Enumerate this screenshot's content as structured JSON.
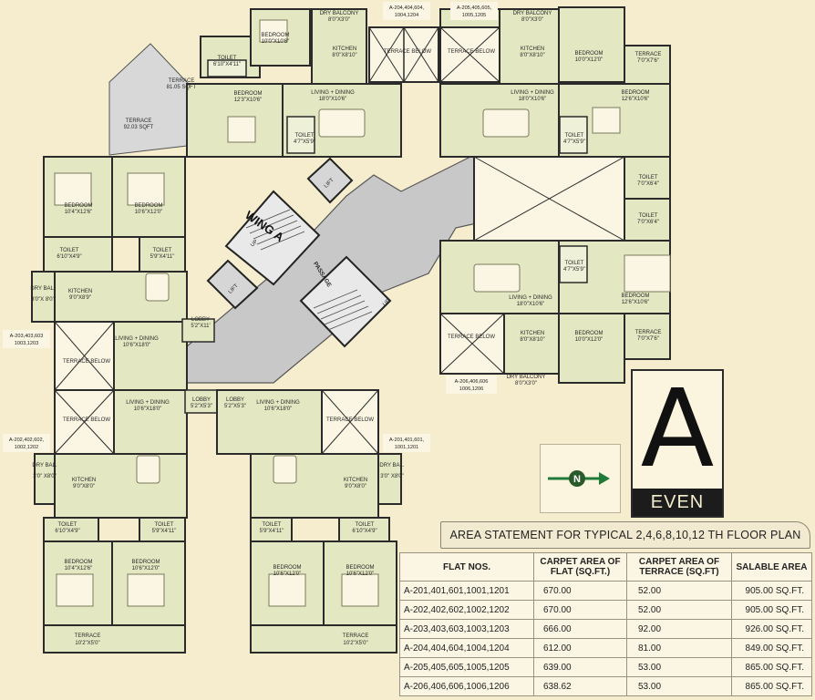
{
  "wing_label": "WING A",
  "passage_label": "PASSAGE",
  "lift_label": "LIFT",
  "up_label": "UP",
  "lobby_label": "LOBBY",
  "rooms": {
    "dry_balcony_top_a": "DRY BALCONY",
    "dry_balcony_top_a_size": "8'0\"X3'0\"",
    "bedroom_top_a": "BEDROOM",
    "bedroom_top_a_size": "10'0\"X10'6\"",
    "toilet_top_a": "TOILET",
    "toilet_top_a_size": "6'10\"X4'11\"",
    "kitchen_top_a": "KITCHEN",
    "kitchen_top_a_size": "8'0\"X8'10\"",
    "terrace_81": "TERRACE",
    "terrace_81_size": "81.05 SQFT",
    "bedroom_top_a2": "BEDROOM",
    "bedroom_top_a2_size": "12'3\"X10'6\"",
    "living_top_a": "LIVING + DINING",
    "living_top_a_size": "18'0\"X10'6\"",
    "toilet_top_a2": "TOILET",
    "toilet_top_a2_size": "4'7\"X5'9\"",
    "terrace_92": "TERRACE",
    "terrace_92_size": "92.03 SQFT",
    "terrace_below_1": "TERRACE BELOW",
    "terrace_below_2": "TERRACE BELOW",
    "dry_balcony_top_b": "DRY BALCONY",
    "dry_balcony_top_b_size": "8'0\"X3'0\"",
    "kitchen_top_b": "KITCHEN",
    "kitchen_top_b_size": "8'0\"X8'10\"",
    "bedroom_top_b": "BEDROOM",
    "bedroom_top_b_size": "10'0\"X12'0\"",
    "terrace_top_b": "TERRACE",
    "terrace_top_b_size": "7'0\"X7'6\"",
    "bedroom_top_b2": "BEDROOM",
    "bedroom_top_b2_size": "12'6\"X10'6\"",
    "living_top_b": "LIVING + DINING",
    "living_top_b_size": "18'0\"X10'6\"",
    "toilet_top_b": "TOILET",
    "toilet_top_b_size": "4'7\"X5'9\"",
    "toilet_e1": "TOILET",
    "toilet_e1_size": "7'0\"X6'4\"",
    "toilet_e2": "TOILET",
    "toilet_e2_size": "7'0\"X6'4\"",
    "toilet_e3": "TOILET",
    "toilet_e3_size": "4'7\"X5'9\"",
    "living_e": "LIVING + DINING",
    "living_e_size": "18'0\"X10'6\"",
    "bedroom_e": "BEDROOM",
    "bedroom_e_size": "12'6\"X10'6\"",
    "terrace_below_e": "TERRACE BELOW",
    "kitchen_e": "KITCHEN",
    "kitchen_e_size": "8'0\"X8'10\"",
    "bedroom_e2": "BEDROOM",
    "bedroom_e2_size": "10'0\"X12'0\"",
    "terrace_e": "TERRACE",
    "terrace_e_size": "7'0\"X7'6\"",
    "dry_balcony_e": "DRY BALCONY",
    "dry_balcony_e_size": "8'0\"X3'0\"",
    "bedroom_w1": "BEDROOM",
    "bedroom_w1_size": "10'4\"X12'6\"",
    "bedroom_w2": "BEDROOM",
    "bedroom_w2_size": "10'6\"X12'0\"",
    "toilet_w1": "TOILET",
    "toilet_w1_size": "6'10\"X4'9\"",
    "toilet_w2": "TOILET",
    "toilet_w2_size": "5'9\"X4'11\"",
    "dry_bal_w": "DRY BAL.",
    "dry_bal_w_size": "3'0\"X 8'0\"",
    "kitchen_w": "KITCHEN",
    "kitchen_w_size": "9'0\"X8'9\"",
    "living_w": "LIVING + DINING",
    "living_w_size": "10'6\"X18'0\"",
    "terrace_below_w": "TERRACE BELOW",
    "lobby_size_w": "5'2\"X11'",
    "living_sw": "LIVING + DINING",
    "living_sw_size": "10'6\"X18'0\"",
    "lobby_sw_size": "5'2\"X5'3\"",
    "lobby_s2_size": "5'2\"X5'3\"",
    "terrace_below_sw": "TERRACE BELOW",
    "dry_bal_sw": "DRY BAL.",
    "dry_bal_sw_size": "3'0\" X8'0\"",
    "kitchen_sw": "KITCHEN",
    "kitchen_sw_size": "9'0\"X8'0\"",
    "toilet_sw1": "TOILET",
    "toilet_sw1_size": "6'10\"X4'9\"",
    "toilet_sw2": "TOILET",
    "toilet_sw2_size": "5'9\"X4'11\"",
    "bedroom_sw1": "BEDROOM",
    "bedroom_sw1_size": "10'4\"X12'6\"",
    "bedroom_sw2": "BEDROOM",
    "bedroom_sw2_size": "10'6\"X12'0\"",
    "terrace_sw": "TERRACE",
    "terrace_sw_size": "10'2\"X5'0\"",
    "living_se": "LIVING + DINING",
    "living_se_size": "10'6\"X18'0\"",
    "terrace_below_se": "TERRACE BELOW",
    "kitchen_se": "KITCHEN",
    "kitchen_se_size": "9'0\"X8'0\"",
    "dry_bal_se": "DRY BAL.",
    "dry_bal_se_size": "3'0\" X8'0\"",
    "toilet_se1": "TOILET",
    "toilet_se1_size": "5'9\"X4'11\"",
    "toilet_se2": "TOILET",
    "toilet_se2_size": "6'10\"X4'9\"",
    "bedroom_se1": "BEDROOM",
    "bedroom_se1_size": "10'6\"X12'0\"",
    "bedroom_se2": "BEDROOM",
    "bedroom_se2_size": "10'6\"X12'0\"",
    "terrace_se": "TERRACE",
    "terrace_se_size": "10'2\"X5'0\""
  },
  "flat_tags": {
    "tag_204": [
      "A-204,404,604,",
      "1004,1204"
    ],
    "tag_205": [
      "A-205,405,605,",
      "1005,1205"
    ],
    "tag_203": [
      "A-203,403,603",
      "1003,1203"
    ],
    "tag_206": [
      "A-206,406,606",
      "1006,1206"
    ],
    "tag_202": [
      "A-202,402,602,",
      "1002,1202"
    ],
    "tag_201": [
      "A-201,401,601,",
      "1001,1201"
    ]
  },
  "wing_badge": {
    "letter": "A",
    "label": "EVEN"
  },
  "north_label": "N",
  "area_statement": {
    "title": "AREA STATEMENT FOR TYPICAL 2,4,6,8,10,12 TH FLOOR PLAN",
    "headers": [
      "FLAT NOS.",
      "CARPET AREA OF FLAT (SQ.FT.)",
      "CARPET AREA OF TERRACE (SQ.FT)",
      "SALABLE AREA"
    ],
    "rows": [
      [
        "A-201,401,601,1001,1201",
        "670.00",
        "52.00",
        "905.00 SQ.FT."
      ],
      [
        "A-202,402,602,1002,1202",
        "670.00",
        "52.00",
        "905.00 SQ.FT."
      ],
      [
        "A-203,403,603,1003,1203",
        "666.00",
        "92.00",
        "926.00 SQ.FT."
      ],
      [
        "A-204,404,604,1004,1204",
        "612.00",
        "81.00",
        "849.00 SQ.FT."
      ],
      [
        "A-205,405,605,1005,1205",
        "639.00",
        "53.00",
        "865.00 SQ.FT."
      ],
      [
        "A-206,406,606,1006,1206",
        "638.62",
        "53.00",
        "865.00 SQ.FT."
      ]
    ]
  },
  "colors": {
    "background": "#f6edcf",
    "room": "#e4e8c2",
    "core": "#c9c9c9",
    "wall": "#2b2b2b",
    "accent_green": "#1f7a3a",
    "north_circle": "#2a5a2a"
  }
}
